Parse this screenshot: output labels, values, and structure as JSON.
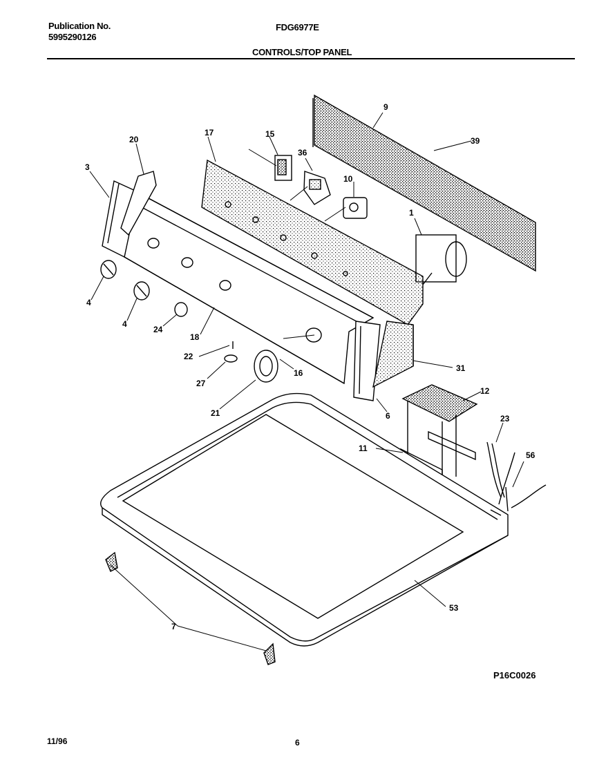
{
  "header": {
    "publication_label": "Publication No.",
    "publication_number": "5995290126",
    "model": "FDG6977E",
    "section_title": "CONTROLS/TOP PANEL"
  },
  "callouts": {
    "c1": "1",
    "c3": "3",
    "c4a": "4",
    "c4b": "4",
    "c6": "6",
    "c7": "7",
    "c9": "9",
    "c10": "10",
    "c11": "11",
    "c12": "12",
    "c15": "15",
    "c16": "16",
    "c17": "17",
    "c18": "18",
    "c20": "20",
    "c21": "21",
    "c22": "22",
    "c23": "23",
    "c24": "24",
    "c27": "27",
    "c31": "31",
    "c36": "36",
    "c39": "39",
    "c53": "53",
    "c56": "56"
  },
  "figure_code": "P16C0026",
  "footer": {
    "date": "11/96",
    "page": "6"
  }
}
